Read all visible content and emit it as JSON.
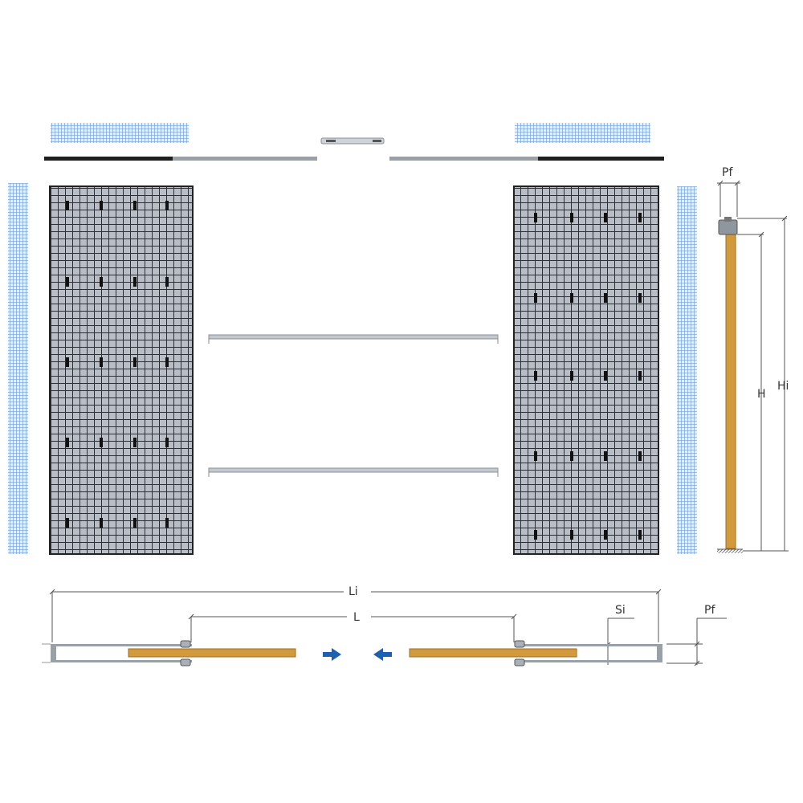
{
  "labels": {
    "pf_top": "Pf",
    "hi": "Hi",
    "h": "H",
    "li": "Li",
    "l": "L",
    "si": "Si",
    "pf_bottom": "Pf"
  },
  "colors": {
    "mesh_blue": "#6f9fd8",
    "cage_dark": "#2b2f36",
    "steel": "#b8bcc2",
    "door_wood": "#d39a3c",
    "arrow_blue": "#1d5fb0",
    "dimension_line": "#555555"
  },
  "icons": [
    "arrow-right-icon",
    "arrow-left-icon"
  ]
}
